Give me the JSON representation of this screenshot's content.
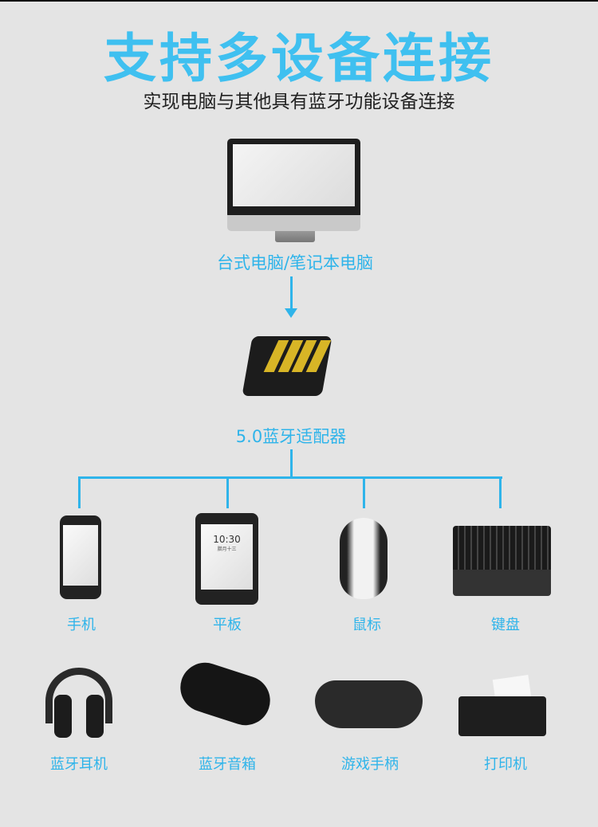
{
  "header": {
    "title": "支持多设备连接",
    "subtitle": "实现电脑与其他具有蓝牙功能设备连接"
  },
  "computer": {
    "label": "台式电脑/笔记本电脑"
  },
  "adapter": {
    "label": "5.0蓝牙适配器"
  },
  "tablet_screen": {
    "time": "10:30",
    "date": "腊月十三"
  },
  "devices": [
    {
      "label": "手机",
      "icon": "phone-icon"
    },
    {
      "label": "平板",
      "icon": "tablet-icon"
    },
    {
      "label": "鼠标",
      "icon": "mouse-icon"
    },
    {
      "label": "键盘",
      "icon": "keyboard-icon"
    },
    {
      "label": "蓝牙耳机",
      "icon": "headphones-icon"
    },
    {
      "label": "蓝牙音箱",
      "icon": "speaker-icon"
    },
    {
      "label": "游戏手柄",
      "icon": "gamepad-icon"
    },
    {
      "label": "打印机",
      "icon": "printer-icon"
    }
  ],
  "colors": {
    "accent": "#2fb4ea",
    "title": "#3fc0f0",
    "background": "#e4e4e4"
  }
}
